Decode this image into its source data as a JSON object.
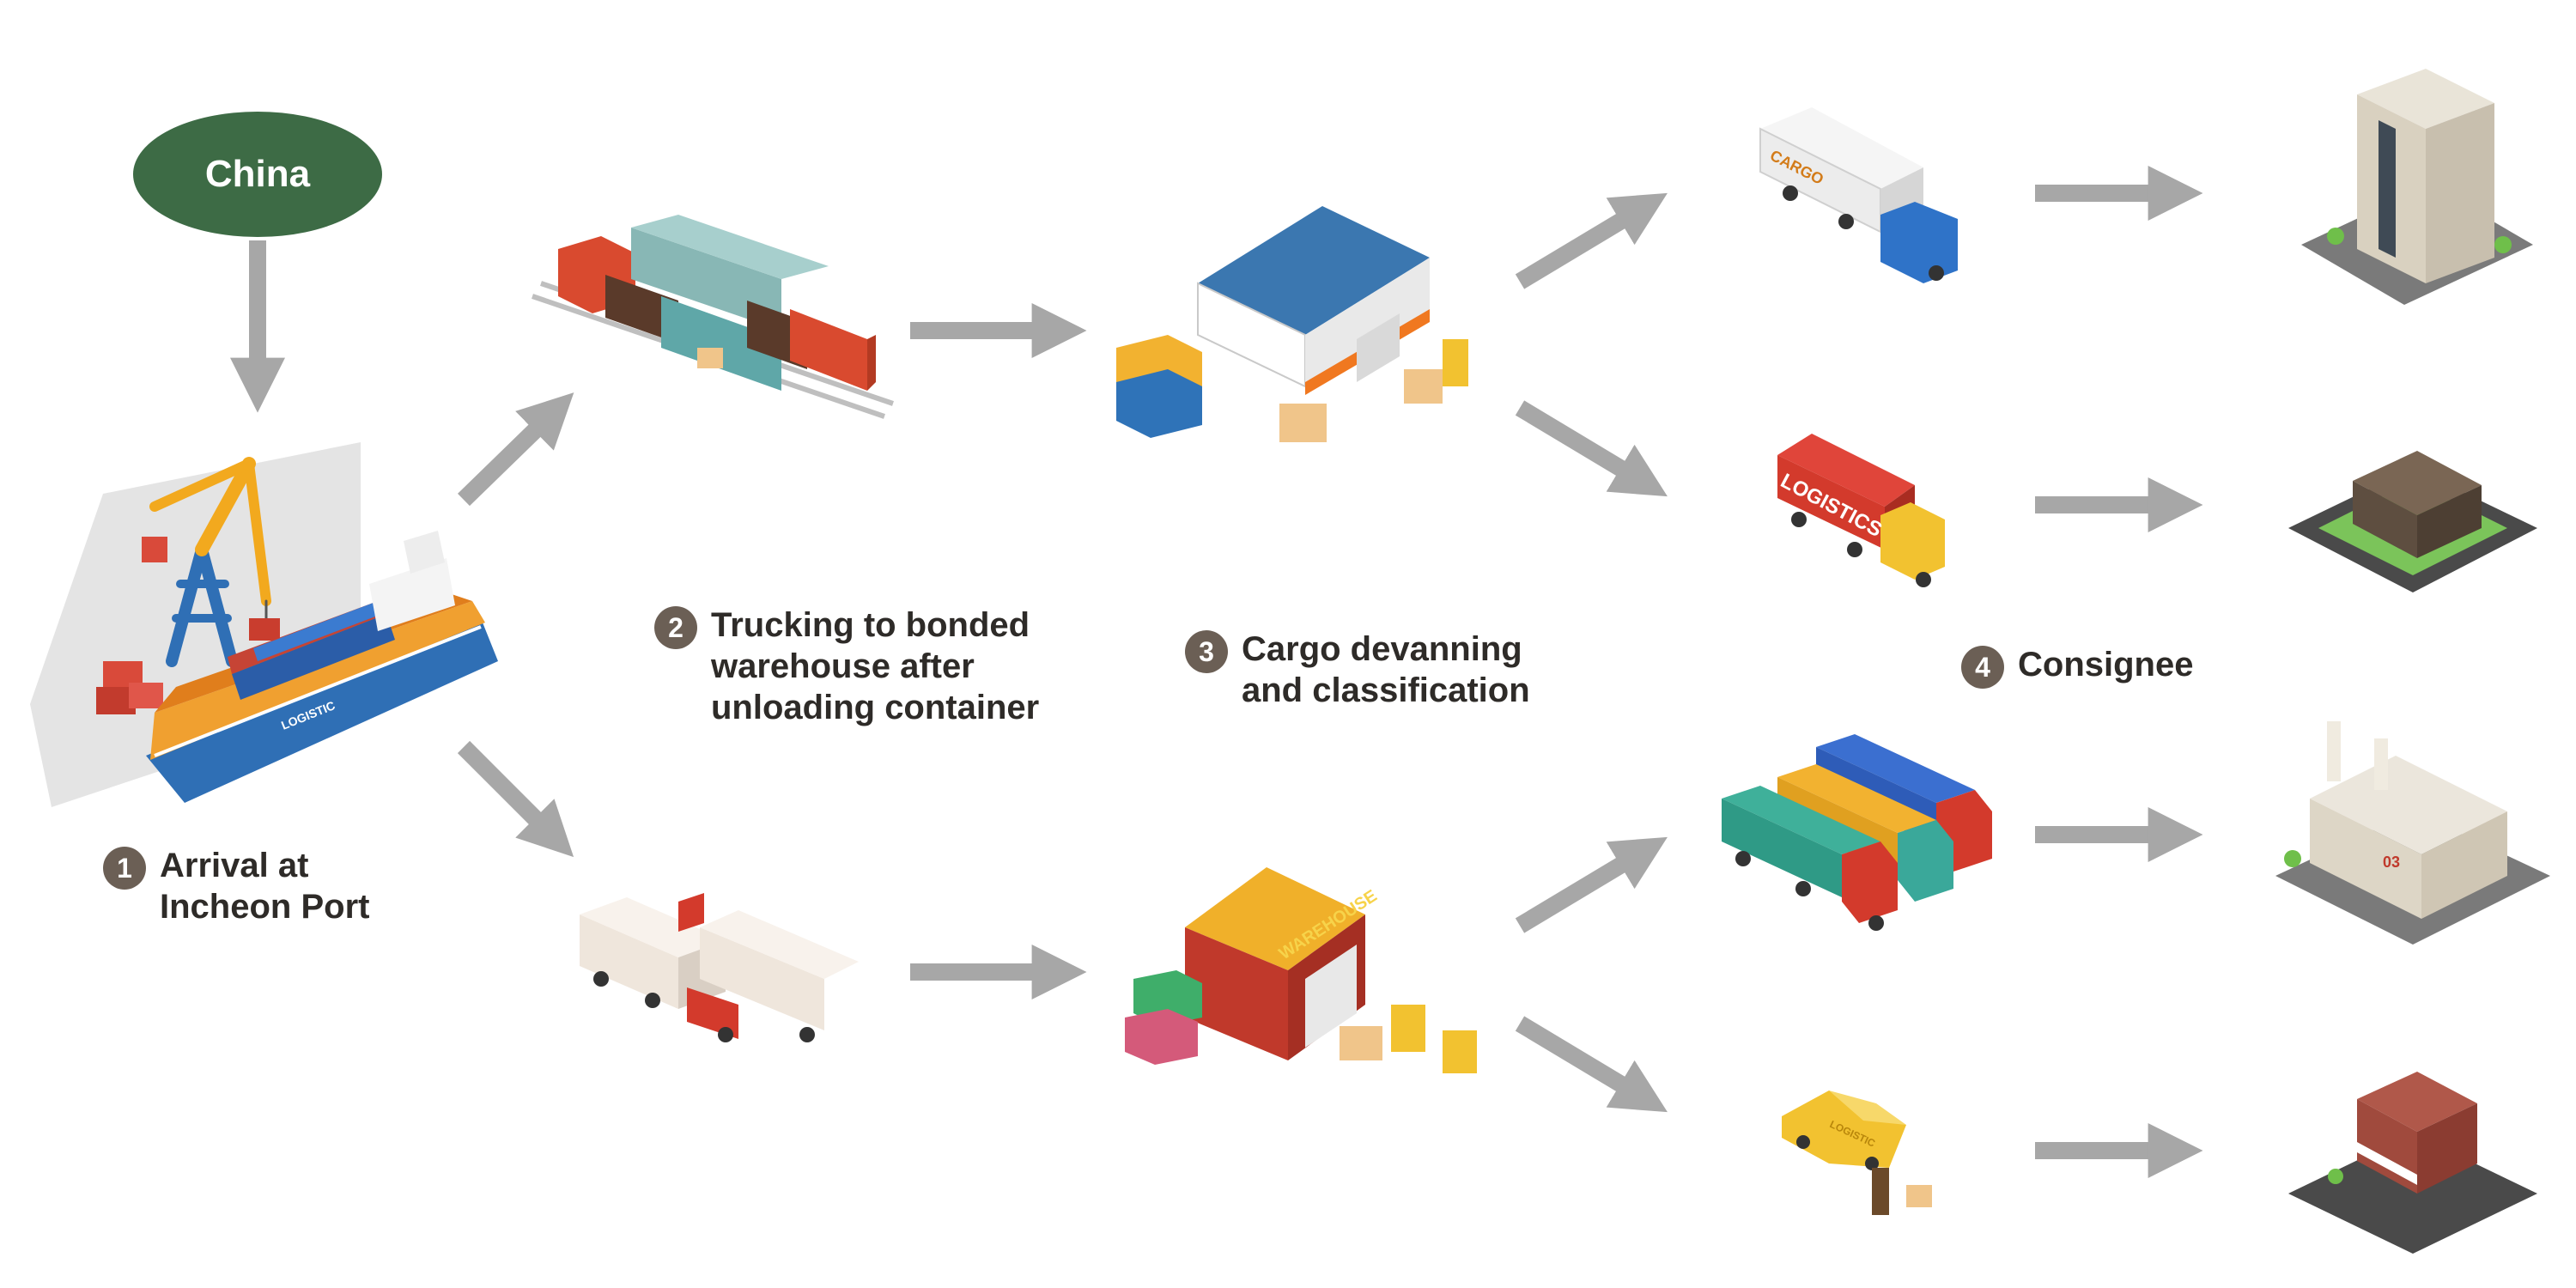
{
  "origin": {
    "label": "China",
    "color": "#3d6b45"
  },
  "steps": [
    {
      "number": "1",
      "lines": [
        "Arrival at",
        "Incheon Port"
      ]
    },
    {
      "number": "2",
      "lines": [
        "Trucking to bonded",
        "warehouse after",
        "unloading container"
      ]
    },
    {
      "number": "3",
      "lines": [
        "Cargo devanning",
        "and classification"
      ]
    },
    {
      "number": "4",
      "lines": [
        "Consignee"
      ]
    }
  ],
  "illustrations": {
    "ship_label": "LOGISTIC",
    "truck_cargo_label": "CARGO",
    "truck_logistics_label": "LOGISTICS",
    "warehouse_label": "WAREHOUSE",
    "van_label": "LOGISTIC",
    "factory_number": "03"
  },
  "colors": {
    "arrow": "#a7a7a7",
    "badge": "#6b5f55",
    "text": "#2e2b28"
  }
}
